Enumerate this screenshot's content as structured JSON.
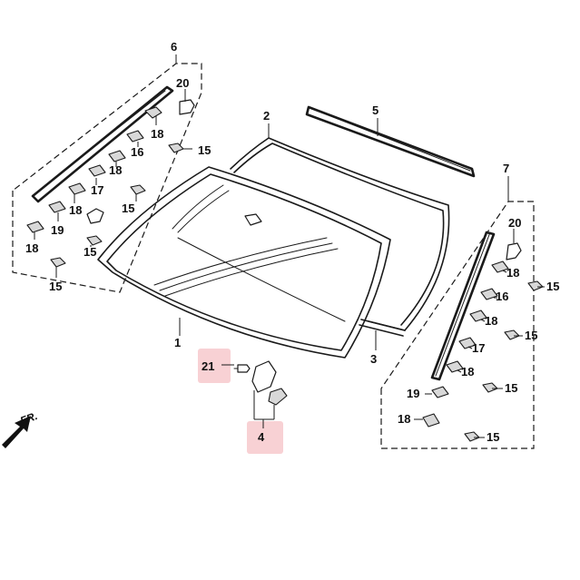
{
  "accent_colors": {
    "highlight": "#f7c9cc",
    "line": "#1a1a1a"
  },
  "labels": {
    "n1": "1",
    "n2": "2",
    "n3": "3",
    "n4": "4",
    "n5": "5",
    "n6": "6",
    "n7": "7",
    "n15": "15",
    "n16": "16",
    "n17": "17",
    "n18": "18",
    "n19": "19",
    "n20": "20",
    "n21": "21",
    "fr": "FR."
  },
  "highlighted_callouts": [
    "21",
    "4"
  ]
}
